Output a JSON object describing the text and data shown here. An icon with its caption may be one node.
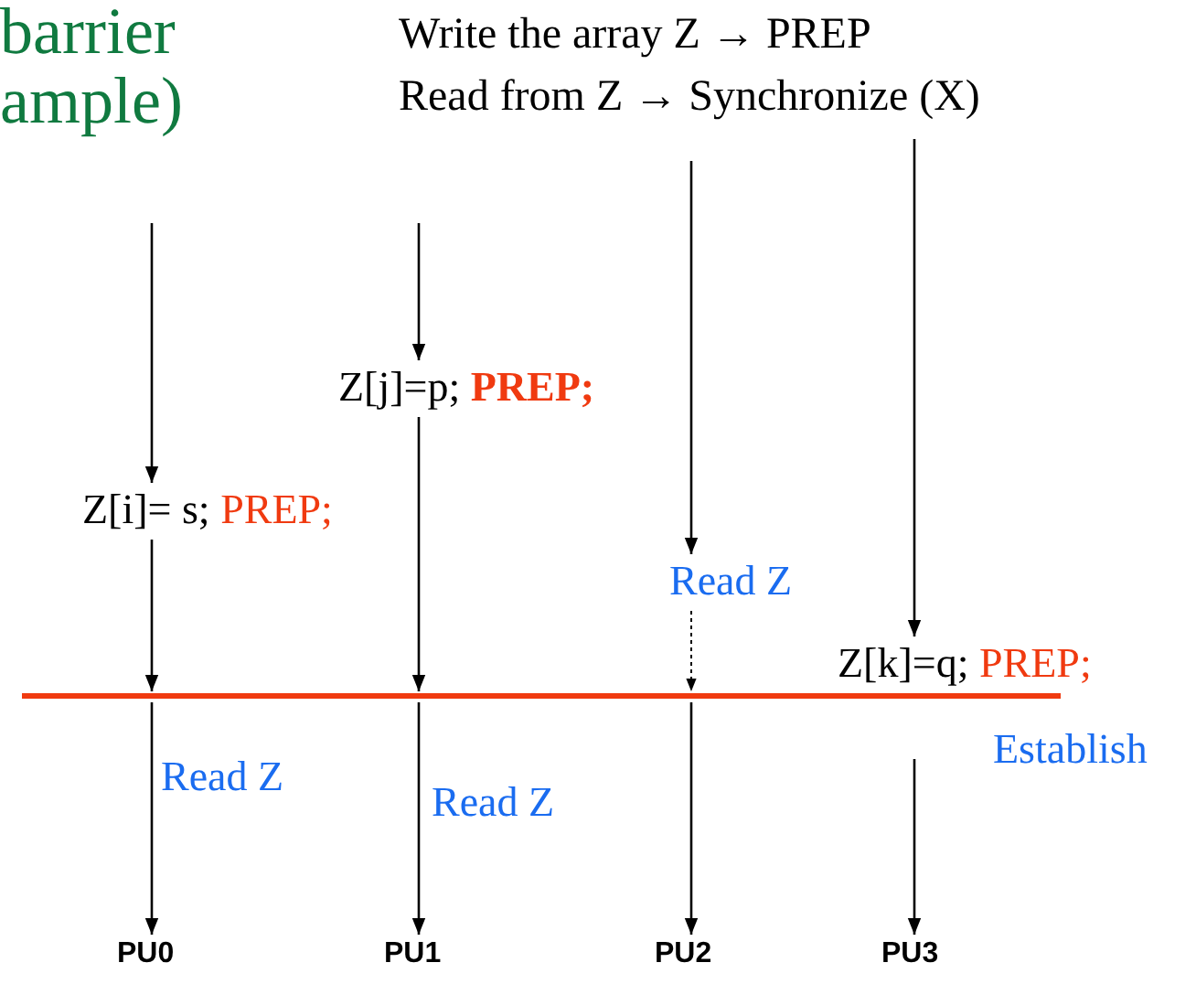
{
  "diagram": {
    "nodes": [
      {
        "text": [
          "Z[i]= s;",
          "PREP;"
        ]
      },
      {
        "text": [
          "Z[j]=p;",
          "PREP;"
        ]
      },
      {
        "text": [
          "Read Z"
        ]
      },
      {
        "text": [
          "Z[k]=q;",
          "PREP;"
        ]
      },
      {
        "text": [],
        "shape": "bar"
      },
      {
        "text": [
          "PU0"
        ]
      },
      {
        "text": [
          "PU1"
        ]
      },
      {
        "text": [
          "PU2"
        ]
      },
      {
        "text": [
          "PU3"
        ]
      }
    ],
    "edges": [
      {
        "from": null,
        "to": 0,
        "arrow": "to"
      },
      {
        "from": 0,
        "to": 4,
        "arrow": "to"
      },
      {
        "from": 4,
        "to": 5,
        "arrow": "to"
      },
      {
        "from": null,
        "to": 1,
        "arrow": "to"
      },
      {
        "from": 1,
        "to": 4,
        "arrow": "to"
      },
      {
        "from": 4,
        "to": 6,
        "arrow": "to"
      },
      {
        "from": null,
        "to": 2,
        "arrow": "to"
      },
      {
        "from": 2,
        "to": 4,
        "arrow": "to",
        "style": "dashed"
      },
      {
        "from": 4,
        "to": 7,
        "arrow": "to"
      },
      {
        "from": null,
        "to": 3,
        "arrow": "to"
      },
      {
        "from": 3,
        "to": 8,
        "arrow": "to"
      }
    ],
    "labels": [
      "barrier",
      "ample)",
      "Write the array Z →  PREP",
      "Read from Z →  Synchronize (X)",
      "Read Z",
      "Read Z",
      "Establish"
    ]
  }
}
